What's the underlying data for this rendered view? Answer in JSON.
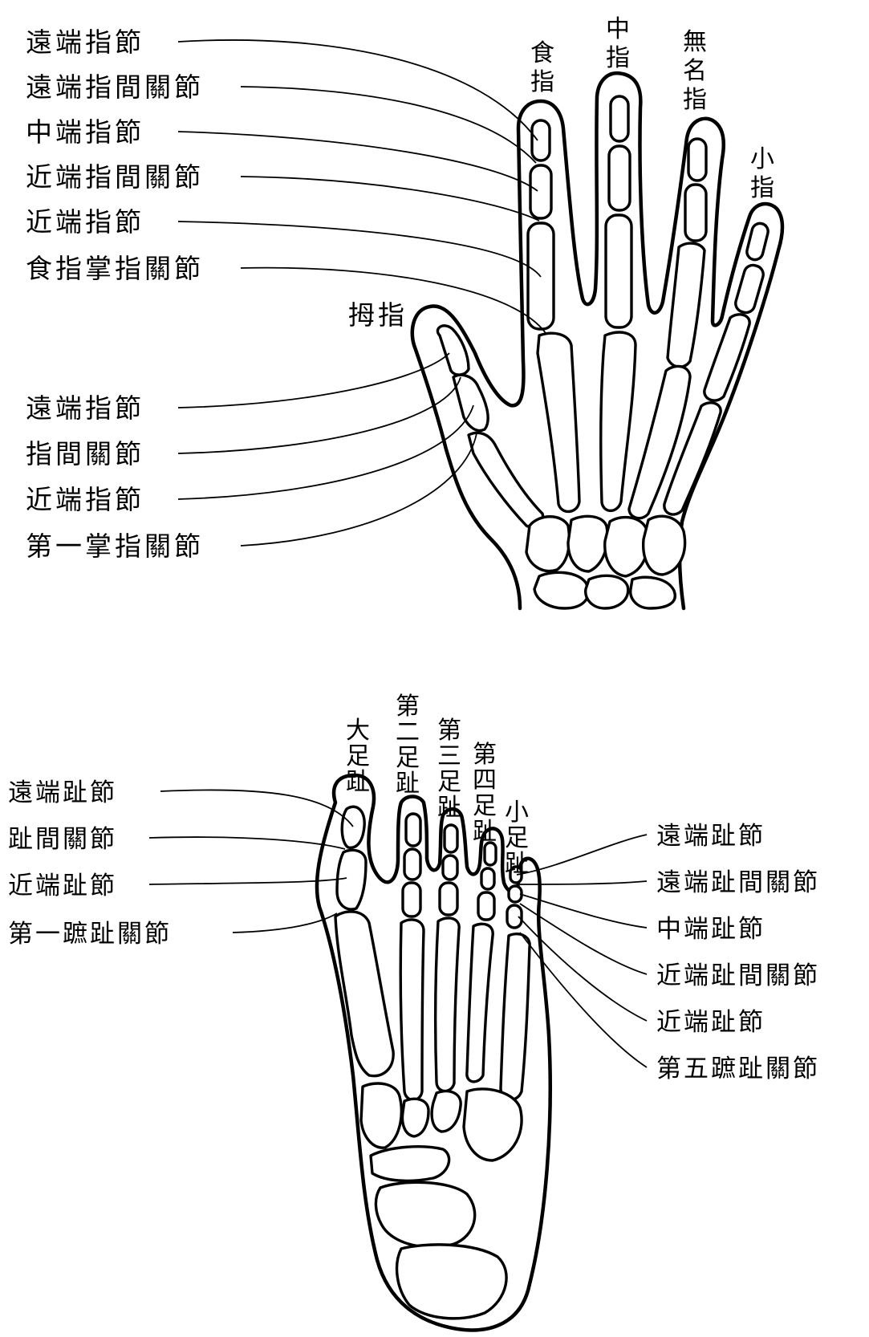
{
  "hand": {
    "left_labels": {
      "distal_phalanx": "遠端指節",
      "distal_interphalangeal_joint": "遠端指間關節",
      "middle_phalanx": "中端指節",
      "proximal_interphalangeal_joint": "近端指間關節",
      "proximal_phalanx": "近端指節",
      "index_mcp_joint": "食指掌指關節"
    },
    "thumb_labels": {
      "distal_phalanx": "遠端指節",
      "interphalangeal_joint": "指間關節",
      "proximal_phalanx": "近端指節",
      "first_mcp_joint": "第一掌指關節"
    },
    "finger_names": {
      "thumb": "拇指",
      "index": "食指",
      "middle": "中指",
      "ring": "無名指",
      "little": "小指"
    }
  },
  "foot": {
    "left_labels": {
      "distal_phalanx": "遠端趾節",
      "interphalangeal_joint": "趾間關節",
      "proximal_phalanx": "近端趾節",
      "first_mtp_joint": "第一蹠趾關節"
    },
    "right_labels": {
      "distal_phalanx": "遠端趾節",
      "distal_interphalangeal_joint": "遠端趾間關節",
      "middle_phalanx": "中端趾節",
      "proximal_interphalangeal_joint": "近端趾間關節",
      "proximal_phalanx": "近端趾節",
      "fifth_mtp_joint": "第五蹠趾關節"
    },
    "toe_names": {
      "big": "大足趾",
      "second": "第二足趾",
      "third": "第三足趾",
      "fourth": "第四足趾",
      "little": "小足趾"
    }
  }
}
